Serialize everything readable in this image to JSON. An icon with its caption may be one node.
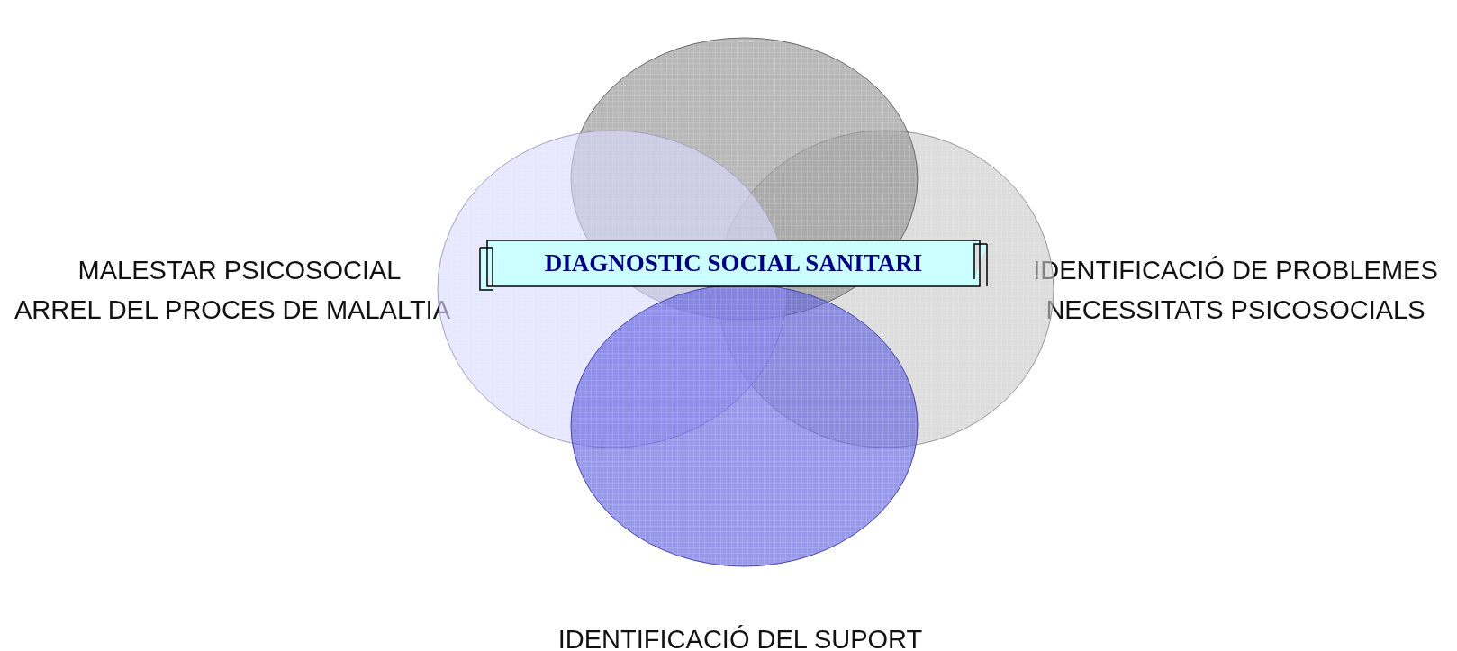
{
  "diagram": {
    "nodes": [
      {
        "text": [],
        "shape": "circle"
      },
      {
        "text": [],
        "shape": "circle",
        "beside": [
          "MALESTAR PSICOSOCIAL",
          "ARREL DEL PROCES DE MALALTIA"
        ]
      },
      {
        "text": [],
        "shape": "circle",
        "beside": [
          "IDENTIFICACIÓ DE PROBLEMES",
          "NECESSITATS PSICOSOCIALS"
        ]
      },
      {
        "text": [],
        "shape": "circle",
        "beside": [
          "IDENTIFICACIÓ DEL SUPORT"
        ]
      },
      {
        "text": [
          "DIAGNOSTIC SOCIAL SANITARI"
        ]
      }
    ],
    "edges": []
  }
}
